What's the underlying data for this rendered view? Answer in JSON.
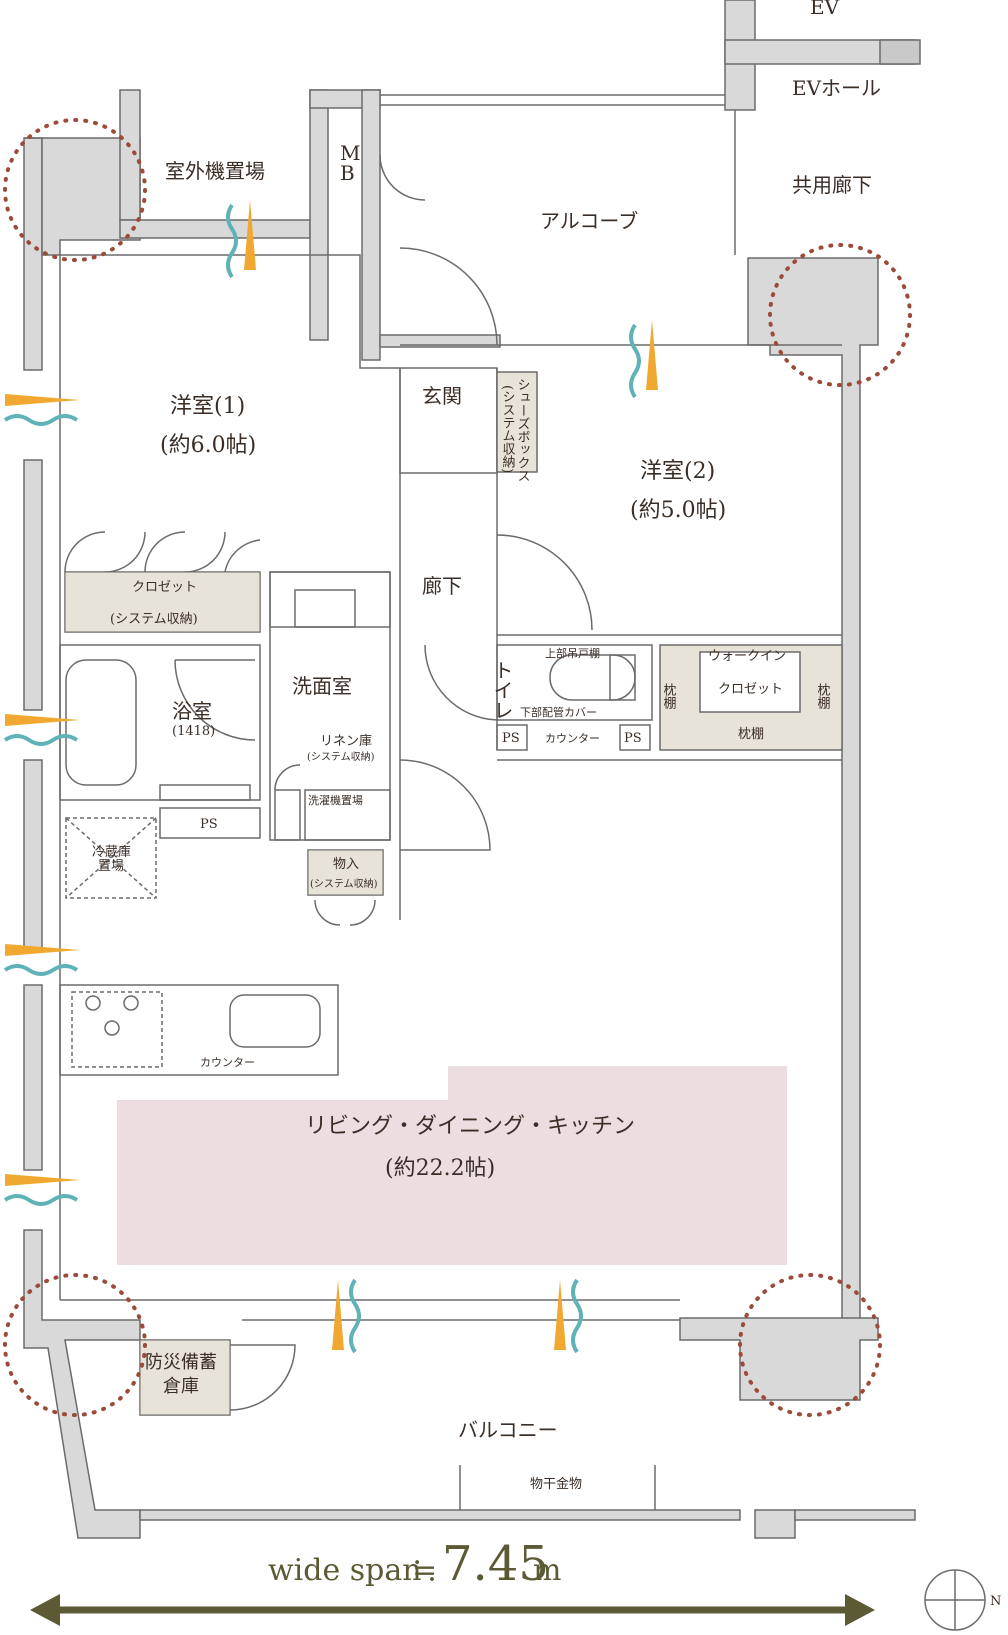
{
  "colors": {
    "wall": "#d9d9d9",
    "wall_stroke": "#6b6b6b",
    "line": "#6b6b6b",
    "storage": "#e8e3d8",
    "ldk_fill": "#ecdde1",
    "ventilation_orange": "#f0a830",
    "ventilation_teal": "#5fb2b6",
    "view_dots": "#9c4a3a",
    "span_arrow": "#5b5a35",
    "text": "#3a2e26"
  },
  "rooms": {
    "ev": "EV",
    "ev_hall": "EVホール",
    "common_corridor": "共用廊下",
    "alcove": "アルコーブ",
    "outdoor_unit": "室外機置場",
    "mb_top": "M",
    "mb_bottom": "B",
    "western1_name": "洋室(1)",
    "western1_size": "(約6.0帖)",
    "western2_name": "洋室(2)",
    "western2_size": "(約5.0帖)",
    "entrance": "玄関",
    "shoebox_main": "シューズボックス",
    "shoebox_sub": "(システム収納)",
    "corridor": "廊下",
    "closet": "クロゼット",
    "closet_sub": "(システム収納)",
    "washroom": "洗面室",
    "bathroom": "浴室",
    "bathroom_size": "(1418)",
    "linen": "リネン庫",
    "linen_sub": "(システム収納)",
    "washer": "洗濯機置場",
    "ps": "PS",
    "fridge_line1": "冷蔵庫",
    "fridge_line2": "置場",
    "storage": "物入",
    "storage_sub": "(システム収納)",
    "toilet": "トイレ",
    "upper_shelf": "上部吊戸棚",
    "pipe_cover": "下部配管カバー",
    "counter": "カウンター",
    "walkin_top": "ウォークイン",
    "walkin_closet": "クロゼット",
    "pillow_shelf": "枕棚",
    "kitchen_counter": "カウンター",
    "ldk_name": "リビング・ダイニング・キッチン",
    "ldk_size": "(約22.2帖)",
    "disaster_line1": "防災備蓄",
    "disaster_line2": "倉庫",
    "balcony": "バルコニー",
    "drying_hardware": "物干金物"
  },
  "span": {
    "prefix": "wide span",
    "approx": "≒",
    "value": "7.45",
    "unit": "m"
  },
  "compass_label": "N"
}
